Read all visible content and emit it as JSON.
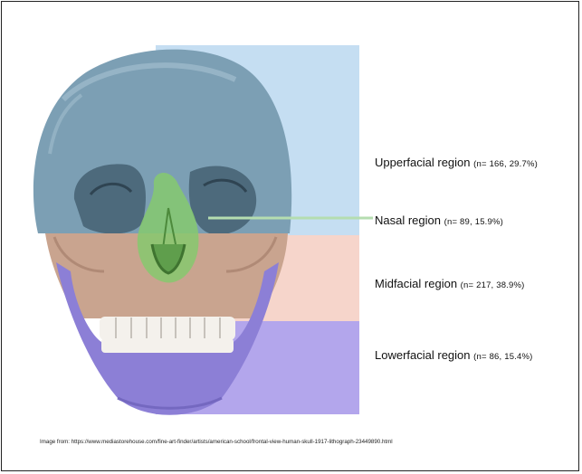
{
  "regions": [
    {
      "name": "Upperfacial region",
      "stats": "(n= 166, 29.7%)",
      "color": "#c5def2"
    },
    {
      "name": "Nasal region",
      "stats": "(n= 89, 15.9%)",
      "color": "#9fd68f"
    },
    {
      "name": "Midfacial region",
      "stats": "(n= 217, 38.9%)",
      "color": "#f6d5cb"
    },
    {
      "name": "Lowerfacial region",
      "stats": "(n= 86, 15.4%)",
      "color": "#b3a6ec"
    }
  ],
  "caption": "Image from: https://www.mediastorehouse.com/fine-art-finder/artists/american-school/frontal-view-human-skull-1917-lithograph-23449890.html",
  "colors": {
    "upper_skull": "#7c9fb4",
    "mid_skull": "#c9a48f",
    "lower_skull": "#8c7fd6",
    "nasal_overlay": "#86c96f"
  },
  "skull_illustration_icon": "human-skull-frontal-view"
}
